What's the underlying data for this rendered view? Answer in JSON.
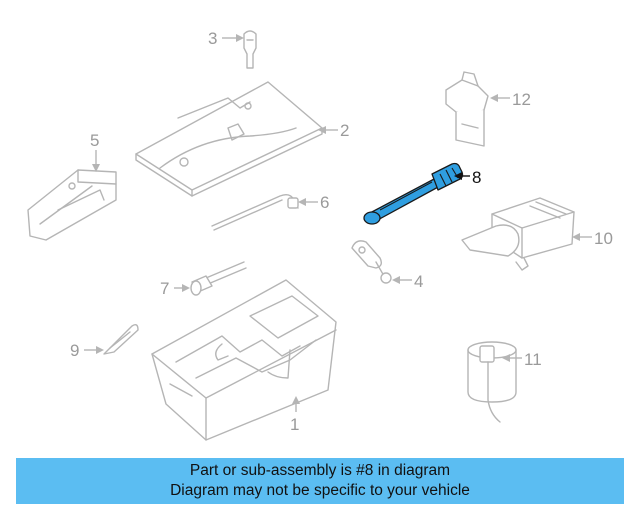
{
  "callouts": {
    "part_1": "1",
    "part_2": "2",
    "part_3": "3",
    "part_4": "4",
    "part_5": "5",
    "part_6": "6",
    "part_7": "7",
    "part_8": "8",
    "part_9": "9",
    "part_10": "10",
    "part_11": "11",
    "part_12": "12"
  },
  "highlighted_part": "8",
  "colors": {
    "highlight": "#2f9ee0",
    "banner": "#5bbdf2",
    "line_art": "#b5b5b5"
  },
  "banner": {
    "line1": "Part or sub-assembly is #8 in diagram",
    "line2": "Diagram may not be specific to your vehicle"
  }
}
